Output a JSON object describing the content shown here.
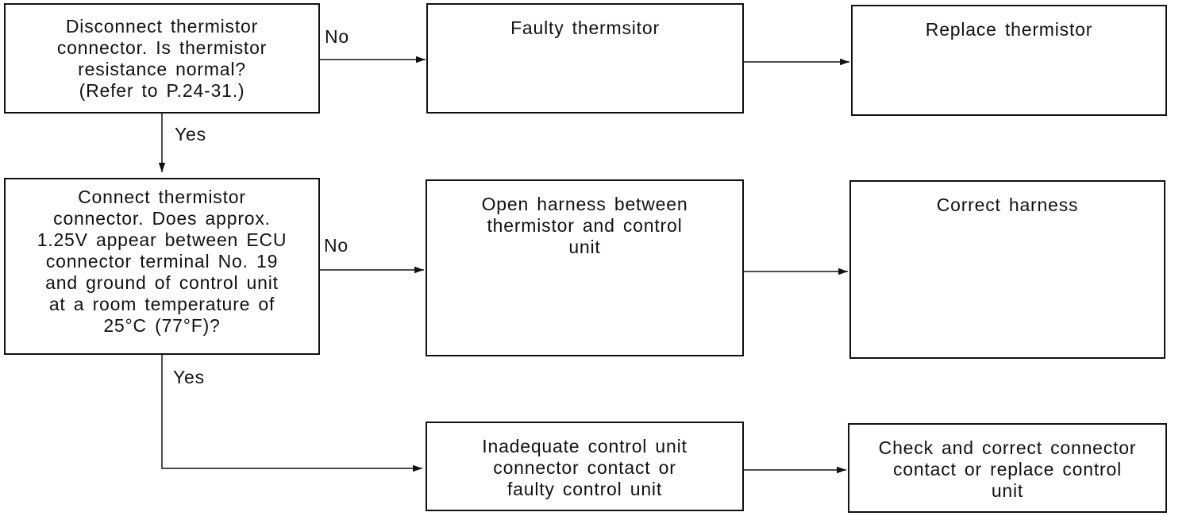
{
  "nodes": {
    "q1": "Disconnect thermistor\nconnector. Is thermistor\nresistance normal?\n(Refer to P.24-31.)",
    "faulty_thermistor": "Faulty thermsitor",
    "replace_thermistor": "Replace thermistor",
    "q2": "Connect thermistor\nconnector. Does approx.\n1.25V appear between ECU\nconnector terminal No. 19\nand ground of control unit\nat a room temperature of\n25°C (77°F)?",
    "open_harness": "Open harness between\nthermistor and control\nunit",
    "correct_harness": "Correct harness",
    "inadequate_contact": "Inadequate control unit\nconnector contact or\nfaulty control unit",
    "check_correct": "Check and correct connector\ncontact or replace control\nunit"
  },
  "edges": {
    "q1_no": "No",
    "q1_yes": "Yes",
    "q2_no": "No",
    "q2_yes": "Yes"
  }
}
